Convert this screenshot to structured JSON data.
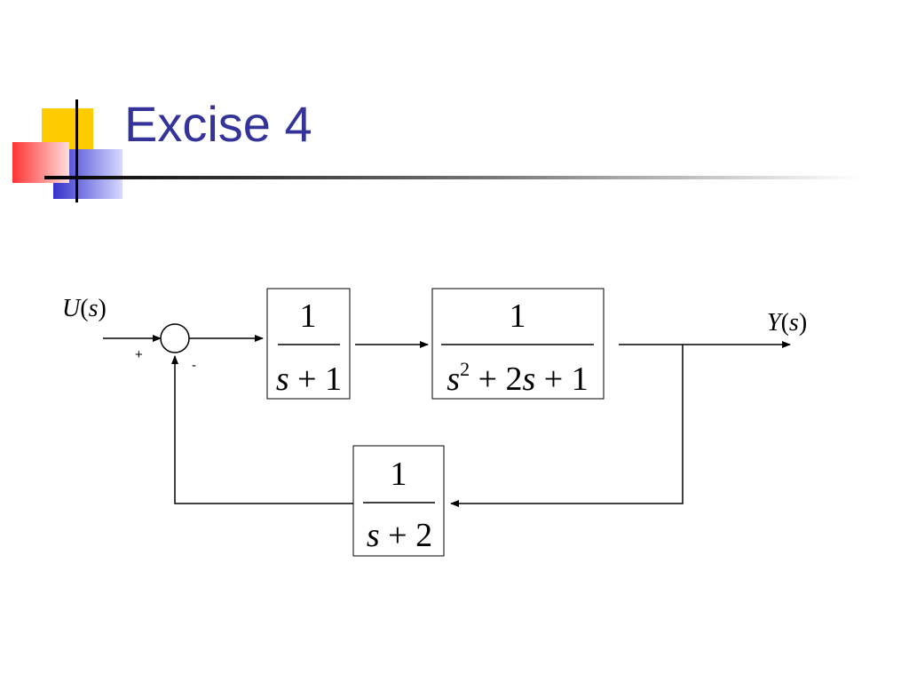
{
  "slide": {
    "title": "Excise 4"
  },
  "colors": {
    "title": "#333399",
    "accent_yellow": "#ffcc00",
    "accent_blue": "#3333cc",
    "accent_red": "#ff3333"
  },
  "diagram": {
    "input": {
      "var": "U",
      "arg": "s"
    },
    "output": {
      "var": "Y",
      "arg": "s"
    },
    "sum_signs": {
      "plus": "+",
      "minus": "-"
    },
    "block1": {
      "num": "1",
      "den": "s + 1"
    },
    "block2": {
      "num": "1",
      "den": "s² + 2s + 1"
    },
    "feedback": {
      "num": "1",
      "den": "s + 2"
    }
  }
}
